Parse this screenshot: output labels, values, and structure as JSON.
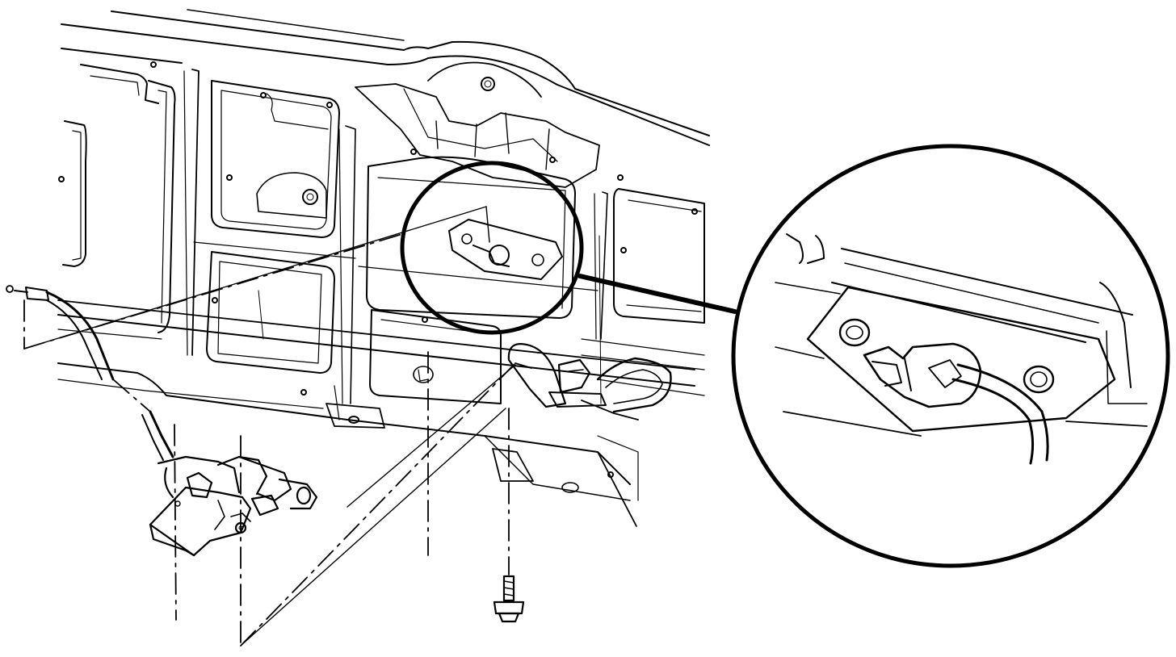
{
  "diagram": {
    "type": "exploded-view line drawing",
    "colors": {
      "ink": "#000000",
      "background": "#ffffff"
    },
    "parts": [
      {
        "name": "liftgate-inner-panel"
      },
      {
        "name": "latch-assembly"
      },
      {
        "name": "release-cable"
      },
      {
        "name": "wiring-harness"
      },
      {
        "name": "mounting-bolt"
      },
      {
        "name": "cable-retainer"
      },
      {
        "name": "detail-magnifier"
      }
    ],
    "labels": []
  }
}
